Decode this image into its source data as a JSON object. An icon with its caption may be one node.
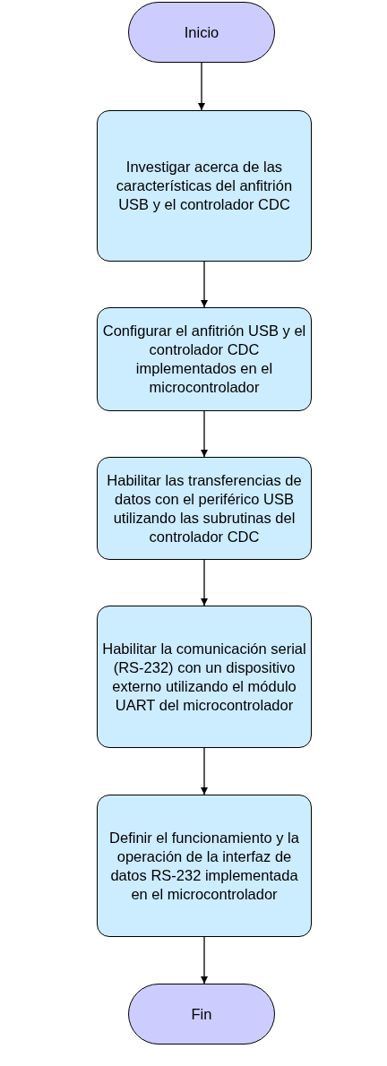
{
  "diagram": {
    "nodes": [
      {
        "text": [
          "Inicio"
        ]
      },
      {
        "text": [
          "Investigar acerca de las características del anfitrión USB y el controlador CDC"
        ]
      },
      {
        "text": [
          "Configurar el anfitrión USB y el controlador CDC implementados en el microcontrolador"
        ]
      },
      {
        "text": [
          "Habilitar las transferencias de datos con el periférico USB utilizando las subrutinas del controlador CDC"
        ]
      },
      {
        "text": [
          "Habilitar la comunicación serial (RS-232) con un dispositivo externo utilizando el módulo UART del microcontrolador"
        ]
      },
      {
        "text": [
          "Definir el funcionamiento y la operación de la interfaz de datos RS-232 implementada en el microcontrolador"
        ]
      },
      {
        "text": [
          "Fin"
        ]
      }
    ],
    "edges": [
      {
        "from": 0,
        "to": 1,
        "arrow": "to"
      },
      {
        "from": 1,
        "to": 2,
        "arrow": "to"
      },
      {
        "from": 2,
        "to": 3,
        "arrow": "to"
      },
      {
        "from": 3,
        "to": 4,
        "arrow": "to"
      },
      {
        "from": 4,
        "to": 5,
        "arrow": "to"
      },
      {
        "from": 5,
        "to": 6,
        "arrow": "to"
      }
    ]
  }
}
